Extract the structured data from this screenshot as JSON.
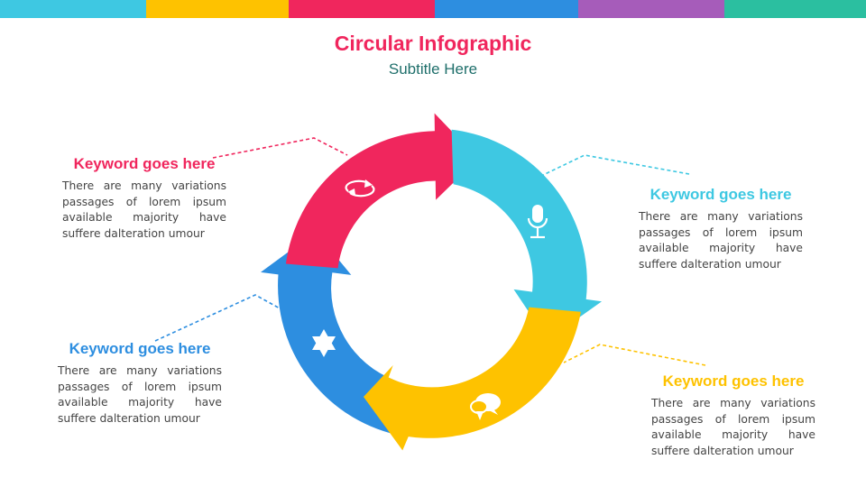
{
  "colors": {
    "pink": "#f0265d",
    "cyan": "#3ec8e2",
    "yellow": "#fec200",
    "blue": "#2d8ee0",
    "purple": "#a65cba",
    "teal": "#2bbfa0",
    "subtitle": "#1f6f6b"
  },
  "header": {
    "title": "Circular Infographic",
    "subtitle": "Subtitle Here"
  },
  "items": [
    {
      "keyword": "Keyword goes here",
      "lines": [
        "There are many variations",
        "passages of lorem ipsum",
        "available majority have",
        "suffere dalteration umour"
      ],
      "icon": "refresh-icon",
      "color": "#f0265d"
    },
    {
      "keyword": "Keyword goes here",
      "lines": [
        "There are many variations",
        "passages of lorem ipsum",
        "available majority have",
        "suffere dalteration umour"
      ],
      "icon": "microphone-icon",
      "color": "#3ec8e2"
    },
    {
      "keyword": "Keyword goes here",
      "lines": [
        "There are many variations",
        "passages of lorem ipsum",
        "available majority have",
        "suffere dalteration umour"
      ],
      "icon": "chat-bubbles-icon",
      "color": "#fec200"
    },
    {
      "keyword": "Keyword goes here",
      "lines": [
        "There are many variations",
        "passages of lorem ipsum",
        "available majority have",
        "suffere dalteration umour"
      ],
      "icon": "star-of-david-icon",
      "color": "#2d8ee0"
    }
  ]
}
